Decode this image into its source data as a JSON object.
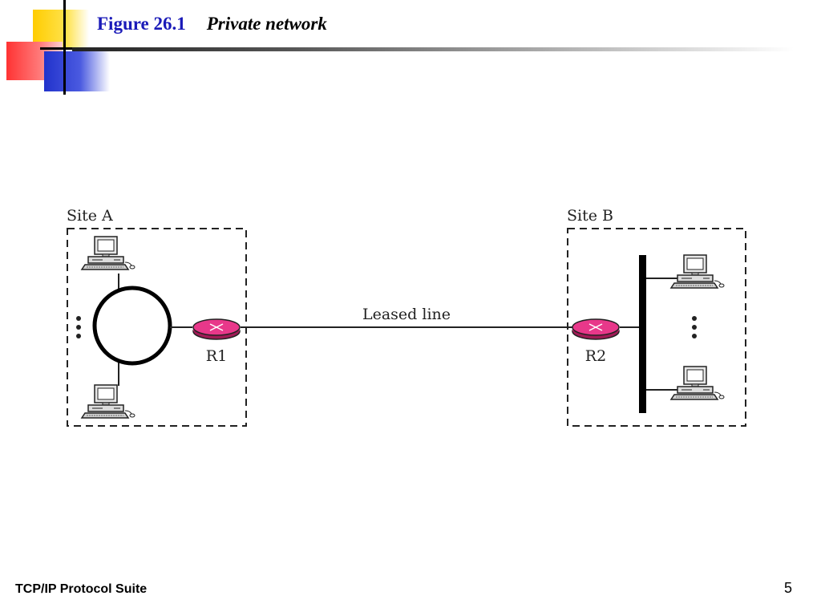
{
  "slide": {
    "figure_label": "Figure 26.1",
    "figure_title": "Private network",
    "footer": "TCP/IP Protocol Suite",
    "page_number": "5"
  },
  "diagram": {
    "site_a_label": "Site A",
    "site_b_label": "Site B",
    "router1_label": "R1",
    "router2_label": "R2",
    "link_label": "Leased line"
  },
  "colors": {
    "router_fill": "#e8388a",
    "title_blue": "#1a1ab8"
  }
}
